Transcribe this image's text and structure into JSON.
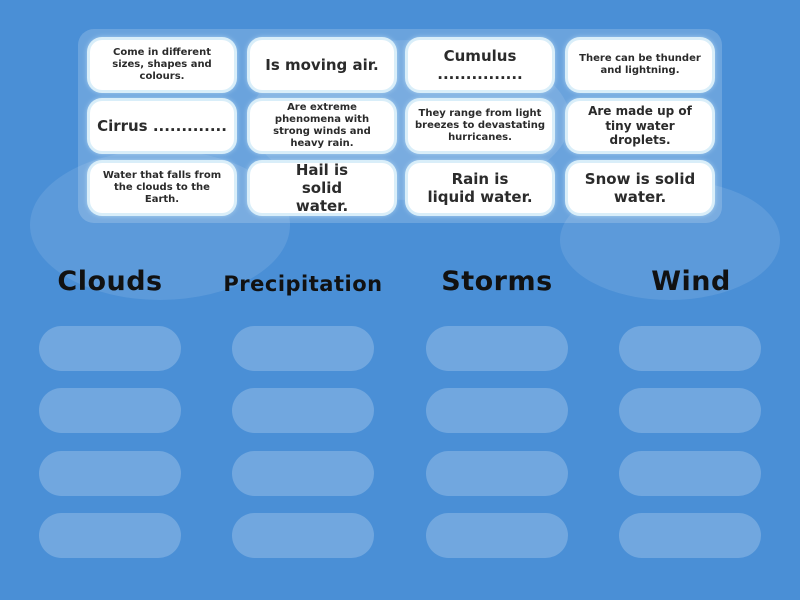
{
  "cards": [
    {
      "id": "come-in-different-sizes",
      "text": "Come in different sizes, shapes and colours."
    },
    {
      "id": "is-moving-air",
      "text": "Is moving air."
    },
    {
      "id": "cumulus",
      "text": "Cumulus ..............."
    },
    {
      "id": "thunder-lightning",
      "text": "There can be thunder and lightning."
    },
    {
      "id": "cirrus",
      "text": "Cirrus ............."
    },
    {
      "id": "extreme-phenomena",
      "text": "Are extreme phenomena with strong winds and heavy rain."
    },
    {
      "id": "light-breezes",
      "text": "They range from light breezes to devastating hurricanes."
    },
    {
      "id": "tiny-water-droplets",
      "text": "Are made up of tiny water droplets."
    },
    {
      "id": "water-falls",
      "text": "Water that falls from the clouds to the Earth."
    },
    {
      "id": "hail",
      "text": "Hail is solid water."
    },
    {
      "id": "rain",
      "text": "Rain is liquid water."
    },
    {
      "id": "snow",
      "text": "Snow is solid water."
    }
  ],
  "categories": [
    {
      "label": "Clouds"
    },
    {
      "label": "Precipitation"
    },
    {
      "label": "Storms"
    },
    {
      "label": "Wind"
    }
  ],
  "colors": {
    "background": "#4a8fd6",
    "card": "#ffffff",
    "card_glow": "#d9eef9"
  }
}
